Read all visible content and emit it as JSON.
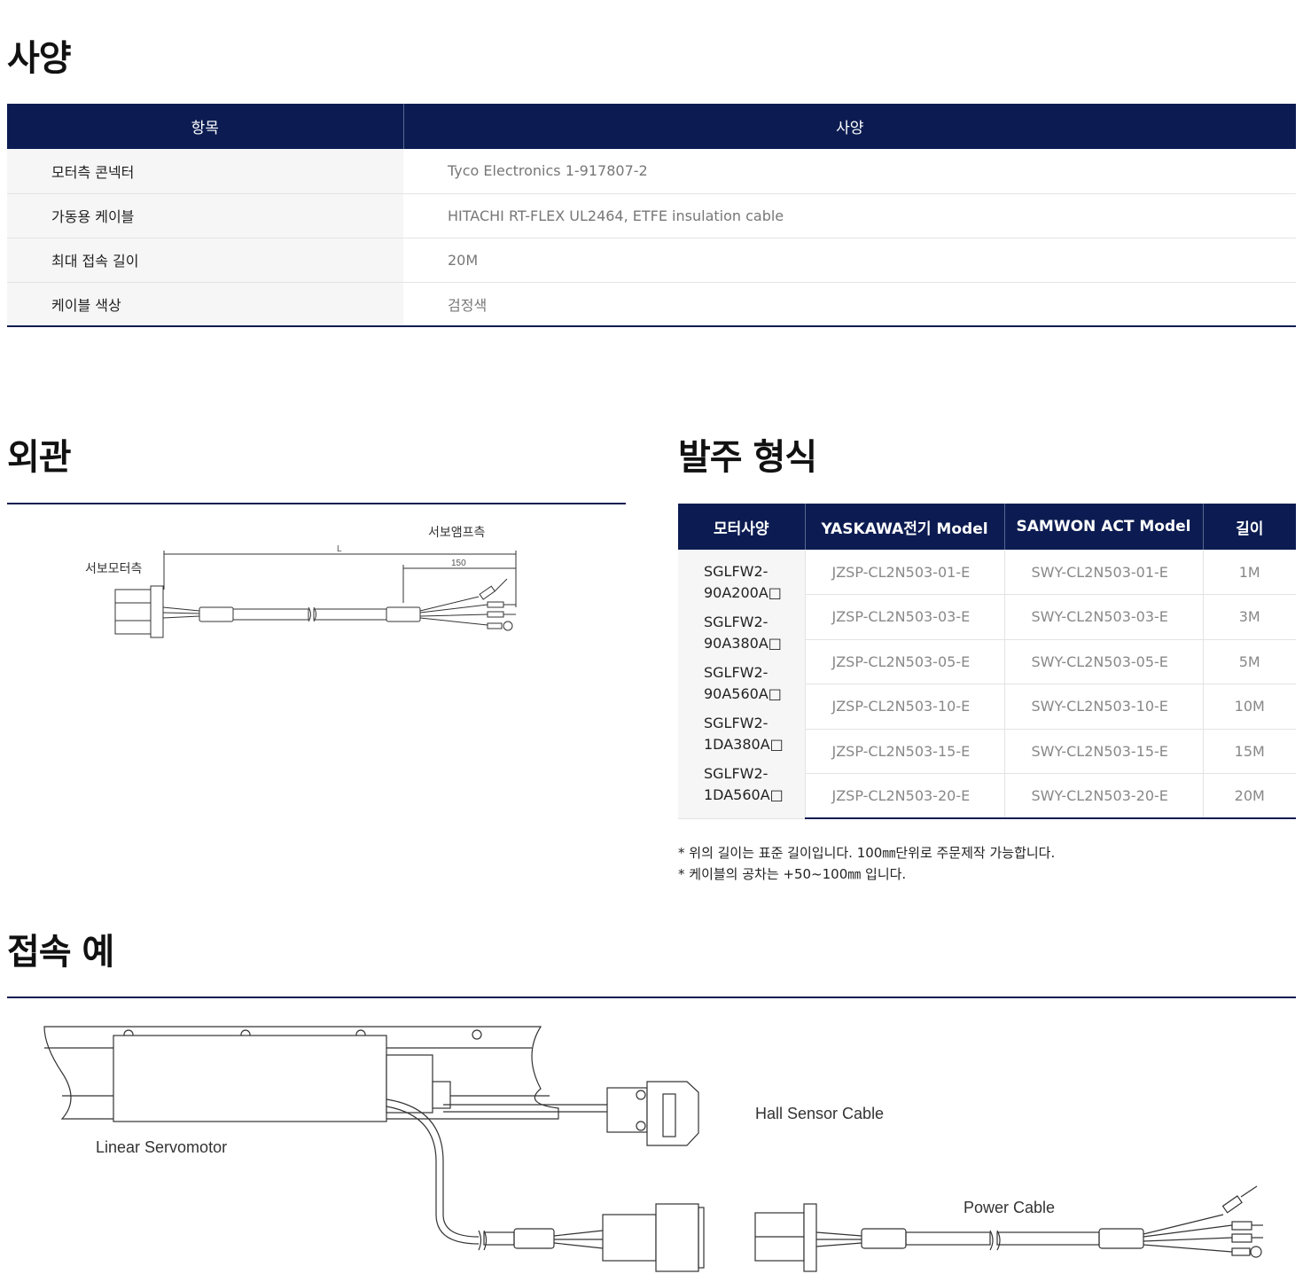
{
  "spec_section": {
    "title": "사양",
    "headers": [
      "항목",
      "사양"
    ],
    "rows": [
      {
        "label": "모터측 콘넥터",
        "value": "Tyco Electronics 1-917807-2"
      },
      {
        "label": "가동용 케이블",
        "value": "HITACHI RT-FLEX UL2464, ETFE insulation cable"
      },
      {
        "label": "최대 접속 길이",
        "value": "20M"
      },
      {
        "label": "케이블 색상",
        "value": "검정색"
      }
    ]
  },
  "appearance_section": {
    "title": "외관",
    "labels": {
      "servo_amp_side": "서보앰프측",
      "servo_motor_side": "서보모터측",
      "length_L": "L",
      "length_150": "150"
    }
  },
  "order_section": {
    "title": "발주 형식",
    "headers": [
      "모터사양",
      "YASKAWA전기 Model",
      "SAMWON ACT Model",
      "길이"
    ],
    "motor_specs": [
      "SGLFW2-\n90A200A□",
      "SGLFW2-\n90A380A□",
      "SGLFW2-\n90A560A□",
      "SGLFW2-\n1DA380A□",
      "SGLFW2-\n1DA560A□"
    ],
    "rows": [
      {
        "yaskawa": "JZSP-CL2N503-01-E",
        "samwon": "SWY-CL2N503-01-E",
        "length": "1M"
      },
      {
        "yaskawa": "JZSP-CL2N503-03-E",
        "samwon": "SWY-CL2N503-03-E",
        "length": "3M"
      },
      {
        "yaskawa": "JZSP-CL2N503-05-E",
        "samwon": "SWY-CL2N503-05-E",
        "length": "5M"
      },
      {
        "yaskawa": "JZSP-CL2N503-10-E",
        "samwon": "SWY-CL2N503-10-E",
        "length": "10M"
      },
      {
        "yaskawa": "JZSP-CL2N503-15-E",
        "samwon": "SWY-CL2N503-15-E",
        "length": "15M"
      },
      {
        "yaskawa": "JZSP-CL2N503-20-E",
        "samwon": "SWY-CL2N503-20-E",
        "length": "20M"
      }
    ],
    "notes": [
      "* 위의 길이는 표준 길이입니다. 100㎜단위로 주문제작 가능합니다.",
      "* 케이블의 공차는 +50~100㎜ 입니다."
    ]
  },
  "connection_section": {
    "title": "접속 예",
    "labels": {
      "linear_servomotor": "Linear Servomotor",
      "hall_sensor_cable": "Hall Sensor Cable",
      "power_cable": "Power Cable"
    }
  },
  "colors": {
    "navy": "#0c1c52",
    "cell_bg": "#f6f6f6"
  }
}
